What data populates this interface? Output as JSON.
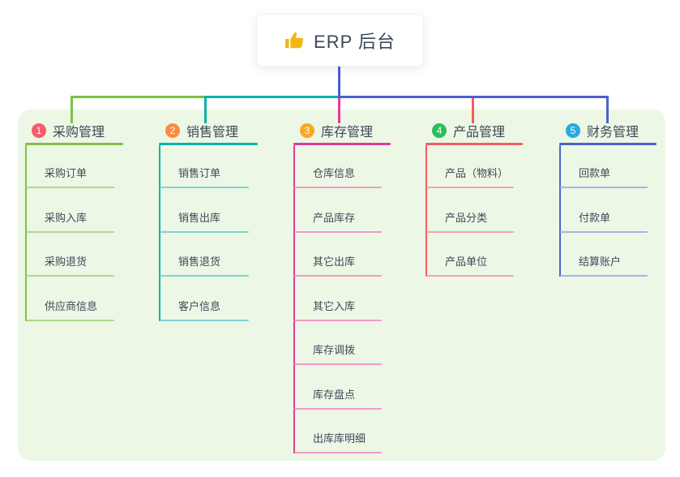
{
  "root": {
    "title": "ERP 后台",
    "icon": "thumbs-up-icon",
    "icon_color": "#f2b614",
    "connector_color": "#4a5fd1"
  },
  "panel_color": "#ecf7e6",
  "text_color": "#3d4757",
  "branches": [
    {
      "num": "1",
      "title": "采购管理",
      "badge_color": "#f65b6e",
      "line_color": "#7ec141",
      "item_line_color": "#b0d98a",
      "items": [
        "采购订单",
        "采购入库",
        "采购退货",
        "供应商信息"
      ]
    },
    {
      "num": "2",
      "title": "销售管理",
      "badge_color": "#fb8c3e",
      "line_color": "#0cb2a8",
      "item_line_color": "#7fd4cf",
      "items": [
        "销售订单",
        "销售出库",
        "销售退货",
        "客户信息"
      ]
    },
    {
      "num": "3",
      "title": "库存管理",
      "badge_color": "#f9a822",
      "line_color": "#e63a96",
      "item_line_color": "#f29bc6",
      "items": [
        "仓库信息",
        "产品库存",
        "其它出库",
        "其它入库",
        "库存调拨",
        "库存盘点",
        "出库库明细"
      ]
    },
    {
      "num": "4",
      "title": "产品管理",
      "badge_color": "#2ebd5c",
      "line_color": "#f75b5e",
      "item_line_color": "#fba3a4",
      "items": [
        "产品（物料）",
        "产品分类",
        "产品单位"
      ]
    },
    {
      "num": "5",
      "title": "财务管理",
      "badge_color": "#29a9e0",
      "line_color": "#4a63ce",
      "item_line_color": "#a4b4e6",
      "items": [
        "回款单",
        "付款单",
        "结算账户"
      ]
    }
  ]
}
